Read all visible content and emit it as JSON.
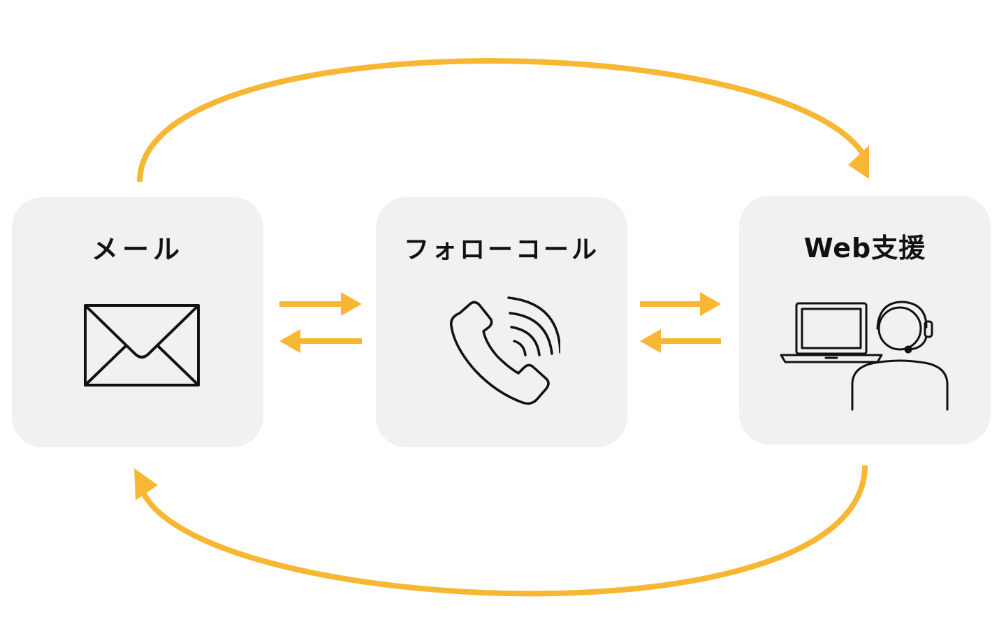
{
  "diagram": {
    "nodes": [
      {
        "id": "mail",
        "label": "メール",
        "icon": "envelope-icon"
      },
      {
        "id": "follow_call",
        "label": "フォローコール",
        "icon": "phone-ringing-icon"
      },
      {
        "id": "web_support",
        "label": "Web支援",
        "icon": "operator-laptop-icon"
      }
    ],
    "edges": [
      {
        "from": "mail",
        "to": "web_support",
        "style": "curved-top"
      },
      {
        "from": "web_support",
        "to": "mail",
        "style": "curved-bottom"
      },
      {
        "from": "mail",
        "to": "follow_call",
        "style": "straight"
      },
      {
        "from": "follow_call",
        "to": "mail",
        "style": "straight"
      },
      {
        "from": "follow_call",
        "to": "web_support",
        "style": "straight"
      },
      {
        "from": "web_support",
        "to": "follow_call",
        "style": "straight"
      }
    ],
    "colors": {
      "arrow": "#f7b733",
      "card_background": "#f1f1f1",
      "text": "#111111",
      "icon_stroke": "#111111"
    }
  }
}
